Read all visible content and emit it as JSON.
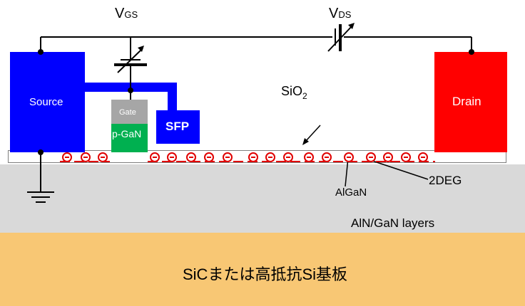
{
  "labels": {
    "vgs_main": "V",
    "vgs_sub": "GS",
    "vds_main": "V",
    "vds_sub": "DS",
    "source": "Source",
    "drain": "Drain",
    "gate": "Gate",
    "pgan": "p-GaN",
    "sfp": "SFP",
    "sio2_main": "SiO",
    "sio2_sub": "2",
    "algan": "AlGaN",
    "twodeg": "2DEG",
    "gan_layers": "AlN/GaN layers",
    "substrate": "SiCまたは高抵抗Si基板"
  },
  "colors": {
    "substrate": "#f8c774",
    "gan_layers": "#d9d9d9",
    "source": "#0000ff",
    "drain": "#ff0000",
    "gate": "#a6a6a6",
    "pgan": "#00b050",
    "sfp": "#0000ff",
    "electron": "#e00000",
    "wire": "#000000"
  },
  "electrons": {
    "symbol": "−",
    "count": 18
  }
}
